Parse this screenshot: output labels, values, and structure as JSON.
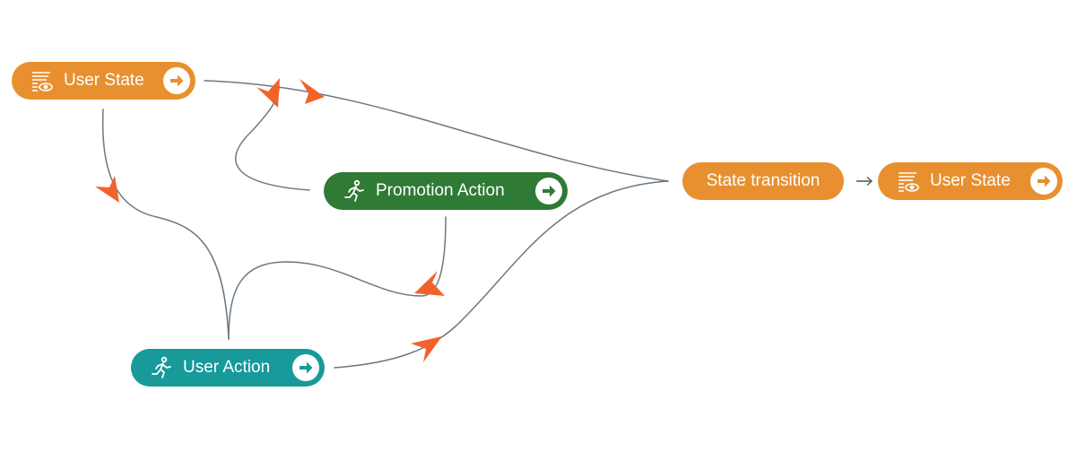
{
  "colors": {
    "user_state": "#e8902f",
    "promotion_action": "#2f7a35",
    "user_action": "#18999a",
    "edge": "#6b7883",
    "arrowhead": "#f4622c",
    "background": "#ffffff"
  },
  "nodes": {
    "user_state_source": {
      "label": "User State",
      "icon": "state-list-eye-icon",
      "action_icon": "arrow-right-circle-icon"
    },
    "promotion_action": {
      "label": "Promotion Action",
      "icon": "running-person-icon",
      "action_icon": "arrow-right-circle-icon"
    },
    "user_action": {
      "label": "User Action",
      "icon": "running-person-icon",
      "action_icon": "arrow-right-circle-icon"
    },
    "state_transition": {
      "label": "State transition"
    },
    "user_state_target": {
      "label": "User State",
      "icon": "state-list-eye-icon",
      "action_icon": "arrow-right-circle-icon"
    }
  },
  "connector_symbol": "→"
}
